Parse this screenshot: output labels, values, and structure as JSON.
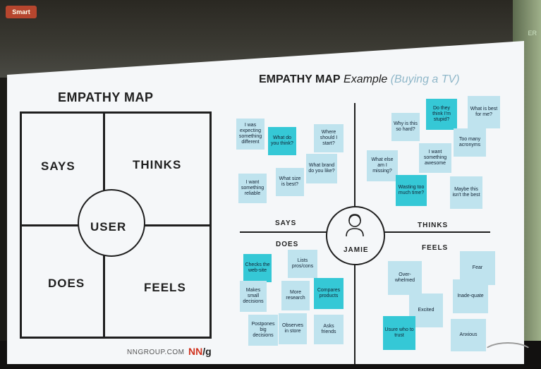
{
  "colors": {
    "screen_bg": "#f5f7f9",
    "sticky_light": "#bfe3ee",
    "sticky_highlight": "#35c8d6",
    "logo_red": "#d0331f",
    "ink": "#1f1f1f"
  },
  "background": {
    "sign_text": "Smart",
    "side_label": "ER"
  },
  "left_map": {
    "title": "EMPATHY MAP",
    "center": "USER",
    "quadrants": [
      "SAYS",
      "THINKS",
      "DOES",
      "FEELS"
    ]
  },
  "right_map": {
    "title_bold": "EMPATHY MAP",
    "title_italic": "Example",
    "title_paren": "(Buying a TV)",
    "persona_name": "JAMIE",
    "labels": {
      "says": "SAYS",
      "thinks": "THINKS",
      "does": "DOES",
      "feels": "FEELS"
    },
    "stickies": [
      {
        "text": "I was expecting something different",
        "highlight": false
      },
      {
        "text": "What do you think?",
        "highlight": true
      },
      {
        "text": "Where should I start?",
        "highlight": false
      },
      {
        "text": "What brand do you like?",
        "highlight": false
      },
      {
        "text": "What size is best?",
        "highlight": false
      },
      {
        "text": "I want something reliable",
        "highlight": false
      },
      {
        "text": "Why is this so hard?",
        "highlight": false
      },
      {
        "text": "Do they think I'm stupid?",
        "highlight": true
      },
      {
        "text": "What is best for me?",
        "highlight": false
      },
      {
        "text": "Too many acronyms",
        "highlight": false
      },
      {
        "text": "I want something awesome",
        "highlight": false
      },
      {
        "text": "What else am I missing?",
        "highlight": false
      },
      {
        "text": "Wasting too much time?",
        "highlight": true
      },
      {
        "text": "Maybe this isn't the best",
        "highlight": false
      },
      {
        "text": "Checks the web-site",
        "highlight": true
      },
      {
        "text": "Lists pros/cons",
        "highlight": false
      },
      {
        "text": "Makes small decisions",
        "highlight": false
      },
      {
        "text": "More research",
        "highlight": false
      },
      {
        "text": "Compares products",
        "highlight": true
      },
      {
        "text": "Postpones big decisions",
        "highlight": false
      },
      {
        "text": "Observes in store",
        "highlight": false
      },
      {
        "text": "Asks friends",
        "highlight": false
      },
      {
        "text": "Over-whelmed",
        "highlight": false
      },
      {
        "text": "Fear",
        "highlight": false
      },
      {
        "text": "Inade-quate",
        "highlight": false
      },
      {
        "text": "Excited",
        "highlight": false
      },
      {
        "text": "Usure who to trust",
        "highlight": true
      },
      {
        "text": "Anxious",
        "highlight": false
      }
    ]
  },
  "footer": {
    "site": "NNGROUP.COM",
    "logo_nn": "NN",
    "logo_g": "/g"
  }
}
